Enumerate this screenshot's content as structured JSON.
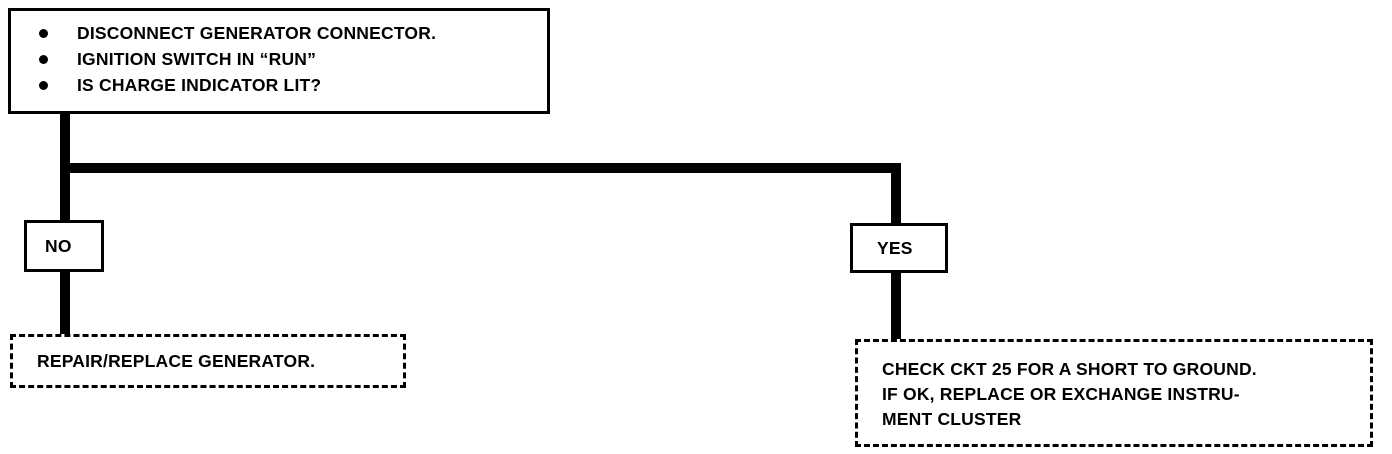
{
  "start": {
    "items": [
      "DISCONNECT GENERATOR CONNECTOR.",
      "IGNITION SWITCH IN “RUN”",
      "IS CHARGE INDICATOR LIT?"
    ]
  },
  "branches": {
    "no": {
      "label": "NO",
      "result": "REPAIR/REPLACE GENERATOR."
    },
    "yes": {
      "label": "YES",
      "result_lines": [
        "CHECK CKT 25 FOR A SHORT TO GROUND.",
        "IF OK, REPLACE OR EXCHANGE INSTRU-",
        "MENT CLUSTER"
      ]
    }
  }
}
